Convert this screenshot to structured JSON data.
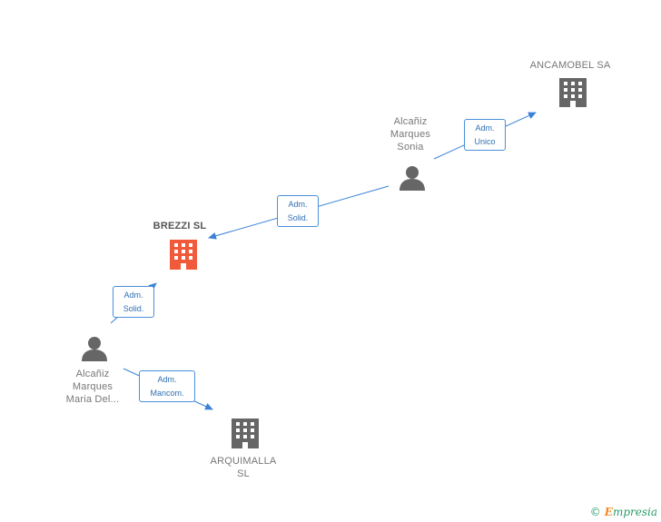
{
  "colors": {
    "arrow": "#3b82d6",
    "focus_building": "#f0593a",
    "building": "#666666",
    "person": "#666666"
  },
  "nodes": {
    "ancamobel": {
      "label": "ANCAMOBEL SA",
      "icon": "building-icon"
    },
    "sonia": {
      "line1": "Alcañiz",
      "line2": "Marques",
      "line3": "Sonia",
      "icon": "person-icon"
    },
    "brezzi": {
      "label": "BREZZI SL",
      "icon": "building-icon"
    },
    "maria": {
      "line1": "Alcañiz",
      "line2": "Marques",
      "line3": "Maria Del...",
      "icon": "person-icon"
    },
    "arquimalla": {
      "line1": "ARQUIMALLA",
      "line2": "SL",
      "icon": "building-icon"
    }
  },
  "relations": {
    "sonia_ancamobel": {
      "line1": "Adm.",
      "line2": "Unico"
    },
    "sonia_brezzi": {
      "line1": "Adm.",
      "line2": "Solid."
    },
    "maria_brezzi": {
      "line1": "Adm.",
      "line2": "Solid."
    },
    "maria_arquimalla": {
      "line1": "Adm.",
      "line2": "Mancom."
    }
  },
  "footer": {
    "copyright_symbol": "©",
    "brand_e": "E",
    "brand_rest": "mpresia"
  }
}
